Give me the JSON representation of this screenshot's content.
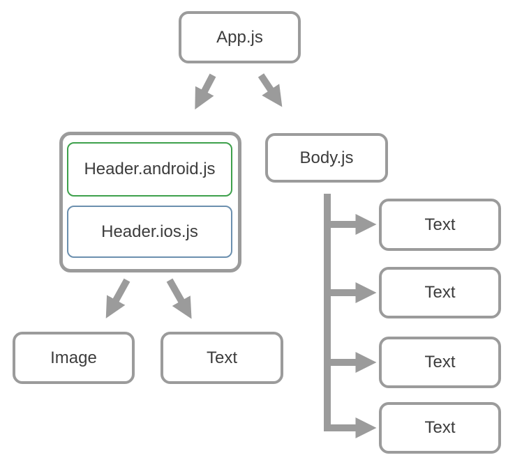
{
  "diagram": {
    "title": "component-tree",
    "colors": {
      "background": "#ffffff",
      "box_border": "#9b9b9b",
      "arrow": "#9b9b9b",
      "text": "#3c3c3c",
      "android_border": "#3da04b",
      "ios_border": "#6b8fae"
    },
    "nodes": {
      "app": {
        "label": "App.js"
      },
      "header_android": {
        "label": "Header.android.js"
      },
      "header_ios": {
        "label": "Header.ios.js"
      },
      "body": {
        "label": "Body.js"
      },
      "image": {
        "label": "Image"
      },
      "text_main": {
        "label": "Text"
      },
      "body_children": [
        {
          "label": "Text"
        },
        {
          "label": "Text"
        },
        {
          "label": "Text"
        },
        {
          "label": "Text"
        }
      ]
    },
    "edges": [
      {
        "from": "App.js",
        "to": "Header group"
      },
      {
        "from": "App.js",
        "to": "Body.js"
      },
      {
        "from": "Header group",
        "to": "Image"
      },
      {
        "from": "Header group",
        "to": "Text"
      },
      {
        "from": "Body.js",
        "to": "Text 1"
      },
      {
        "from": "Body.js",
        "to": "Text 2"
      },
      {
        "from": "Body.js",
        "to": "Text 3"
      },
      {
        "from": "Body.js",
        "to": "Text 4"
      }
    ]
  }
}
